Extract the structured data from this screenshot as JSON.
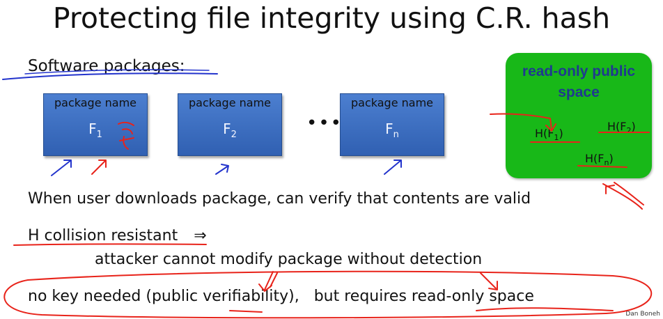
{
  "slide": {
    "title": "Protecting file integrity using C.R. hash",
    "subheading": "Software packages:",
    "packages": [
      {
        "label": "package name",
        "file": "F",
        "index": "1"
      },
      {
        "label": "package name",
        "file": "F",
        "index": "2"
      },
      {
        "label": "package name",
        "file": "F",
        "index": "n"
      }
    ],
    "ellipsis": "•••",
    "public_space": {
      "title": "read-only public space",
      "hashes": [
        {
          "text": "H(F",
          "index": "1",
          "close": ")"
        },
        {
          "text": "H(F",
          "index": "2",
          "close": ")"
        },
        {
          "text": "H(F",
          "index": "n",
          "close": ")"
        }
      ]
    },
    "line1": "When user downloads package, can verify that contents are valid",
    "line2_prefix": "H collision resistant",
    "line2_arrow": "⇒",
    "line3": "attacker cannot modify package without detection",
    "line4_a": "no key needed (public verifiability),",
    "line4_b": "but requires read-only space",
    "credit": "Dan Boneh"
  },
  "colors": {
    "package_fill": "#3f71c4",
    "public_space_fill": "#18b818",
    "public_space_title": "#1f3a8f",
    "annotation_red": "#e8231a",
    "annotation_blue": "#2233cc"
  }
}
